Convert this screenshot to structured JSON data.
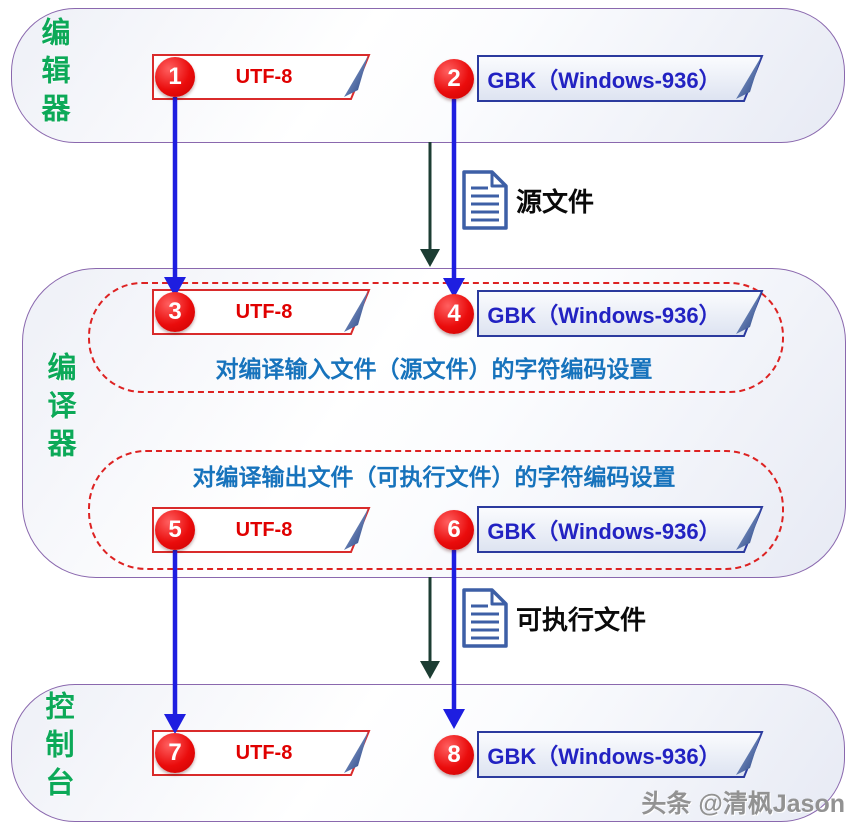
{
  "sections": {
    "editor": {
      "label": "编辑器"
    },
    "compiler": {
      "label": "编译器"
    },
    "console": {
      "label": "控制台"
    }
  },
  "banners": [
    {
      "step": "1",
      "label": "UTF-8"
    },
    {
      "step": "2",
      "label": "GBK（Windows-936）"
    },
    {
      "step": "3",
      "label": "UTF-8"
    },
    {
      "step": "4",
      "label": "GBK（Windows-936）"
    },
    {
      "step": "5",
      "label": "UTF-8"
    },
    {
      "step": "6",
      "label": "GBK（Windows-936）"
    },
    {
      "step": "7",
      "label": "UTF-8"
    },
    {
      "step": "8",
      "label": "GBK（Windows-936）"
    }
  ],
  "compiler_groups": {
    "input": {
      "caption": "对编译输入文件（源文件）的字符编码设置"
    },
    "output": {
      "caption": "对编译输出文件（可执行文件）的字符编码设置"
    }
  },
  "artifacts": {
    "source_file": {
      "label": "源文件",
      "icon": "document-icon"
    },
    "executable_file": {
      "label": "可执行文件",
      "icon": "document-icon"
    }
  },
  "watermark": {
    "text": "头条 @清枫Jason"
  },
  "colors": {
    "container_border": "#8A68AE",
    "section_label_green": "#0CA958",
    "dashed_group_red": "#DD2222",
    "utf8_border": "#D92B2B",
    "utf8_text": "#E00000",
    "gbk_border": "#2B3A9E",
    "gbk_text": "#2222C2",
    "caption_blue": "#1773BC",
    "step_badge_red": "#EA0C0C",
    "arrow_blue": "#1E1EE0",
    "arrow_dark_green": "#1C3D33",
    "file_icon_blue": "#3D5FA6",
    "watermark_gray": "#929292"
  }
}
